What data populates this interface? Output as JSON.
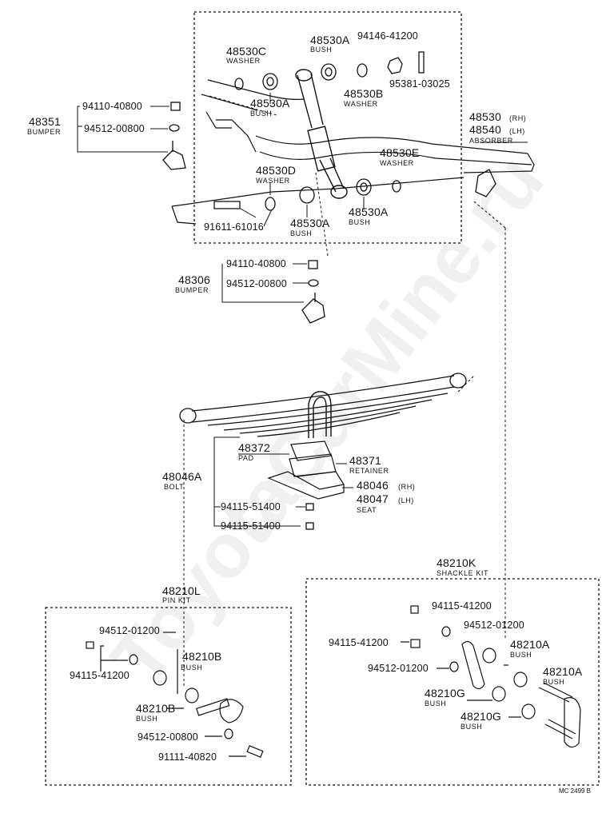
{
  "watermark": "ToyotaCarMine.ru",
  "drawing_code": "MC 2499 B",
  "colors": {
    "line": "#111111",
    "background": "#ffffff",
    "watermark": "rgba(0,0,0,0.06)"
  },
  "parts": {
    "p48530C": "48530C",
    "p48530C_sub": "WASHER",
    "p48530A_top": "48530A",
    "p48530A_top_sub": "BUSH",
    "p94146": "94146-41200",
    "p95381": "95381-03025",
    "p48530B": "48530B",
    "p48530B_sub": "WASHER",
    "p48530A_left": "48530A",
    "p48530A_left_sub": "BUSH",
    "p48351": "48351",
    "p48351_sub": "BUMPER",
    "p94110_top": "94110-40800",
    "p94512_top": "94512-00800",
    "p48530": "48530",
    "p48530_rh": "(RH)",
    "p48540": "48540",
    "p48540_lh": "(LH)",
    "absorber": "ABSORBER",
    "p48530E": "48530E",
    "p48530E_sub": "WASHER",
    "p48530D": "48530D",
    "p48530D_sub": "WASHER",
    "p48530A_mid": "48530A",
    "p48530A_mid_sub": "BUSH",
    "p48530A_bot": "48530A",
    "p48530A_bot_sub": "BUSH",
    "p91611": "91611-61016",
    "p94110_mid": "94110-40800",
    "p48306": "48306",
    "p48306_sub": "BUMPER",
    "p94512_mid": "94512-00800",
    "p48372": "48372",
    "p48372_sub": "PAD",
    "p48371": "48371",
    "p48371_sub": "RETAINER",
    "p48046A": "48046A",
    "p48046A_sub": "BOLT",
    "p48046": "48046",
    "p48046_rh": "(RH)",
    "p48047": "48047",
    "p48047_lh": "(LH)",
    "seat": "SEAT",
    "p94115_a": "94115-51400",
    "p94115_b": "94115-51400",
    "p48210K": "48210K",
    "p48210K_sub": "SHACKLE KIT",
    "p48210L": "48210L",
    "p48210L_sub": "PIN KIT",
    "pk94512_01200": "94512-01200",
    "pk94115_41200": "94115-41200",
    "pk48210B_a": "48210B",
    "pk48210B_a_sub": "BUSH",
    "pk48210B_b": "48210B",
    "pk48210B_b_sub": "BUSH",
    "pk94512_00800": "94512-00800",
    "pk91111": "91111-40820",
    "sk94115_a": "94115-41200",
    "sk94512_a": "94512-01200",
    "sk94115_b": "94115-41200",
    "sk48210A_a": "48210A",
    "sk48210A_a_sub": "BUSH",
    "sk94512_b": "94512-01200",
    "sk48210A_b": "48210A",
    "sk48210A_b_sub": "BUSH",
    "sk48210G_a": "48210G",
    "sk48210G_a_sub": "BUSH",
    "sk48210G_b": "48210G",
    "sk48210G_b_sub": "BUSH"
  }
}
